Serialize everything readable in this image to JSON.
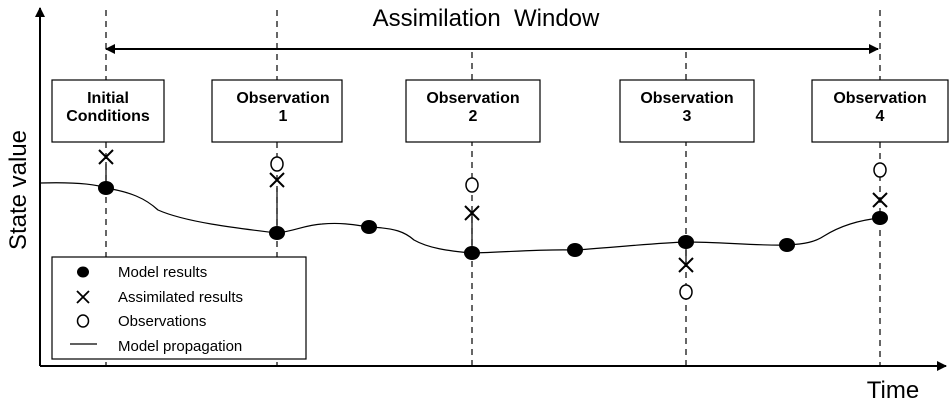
{
  "diagram": {
    "title": "Assimilation  Window",
    "y_axis_label": "State value",
    "x_axis_label": "Time",
    "boxes": [
      {
        "line1": "Initial",
        "line2": "Conditions"
      },
      {
        "line1": "Observation",
        "line2": "1"
      },
      {
        "line1": "Observation",
        "line2": "2"
      },
      {
        "line1": "Observation",
        "line2": "3"
      },
      {
        "line1": "Observation",
        "line2": "4"
      }
    ],
    "legend": [
      {
        "symbol": "dot",
        "label": "Model results"
      },
      {
        "symbol": "cross",
        "label": "Assimilated results"
      },
      {
        "symbol": "circle",
        "label": "Observations"
      },
      {
        "symbol": "line",
        "label": "Model propagation"
      }
    ]
  }
}
